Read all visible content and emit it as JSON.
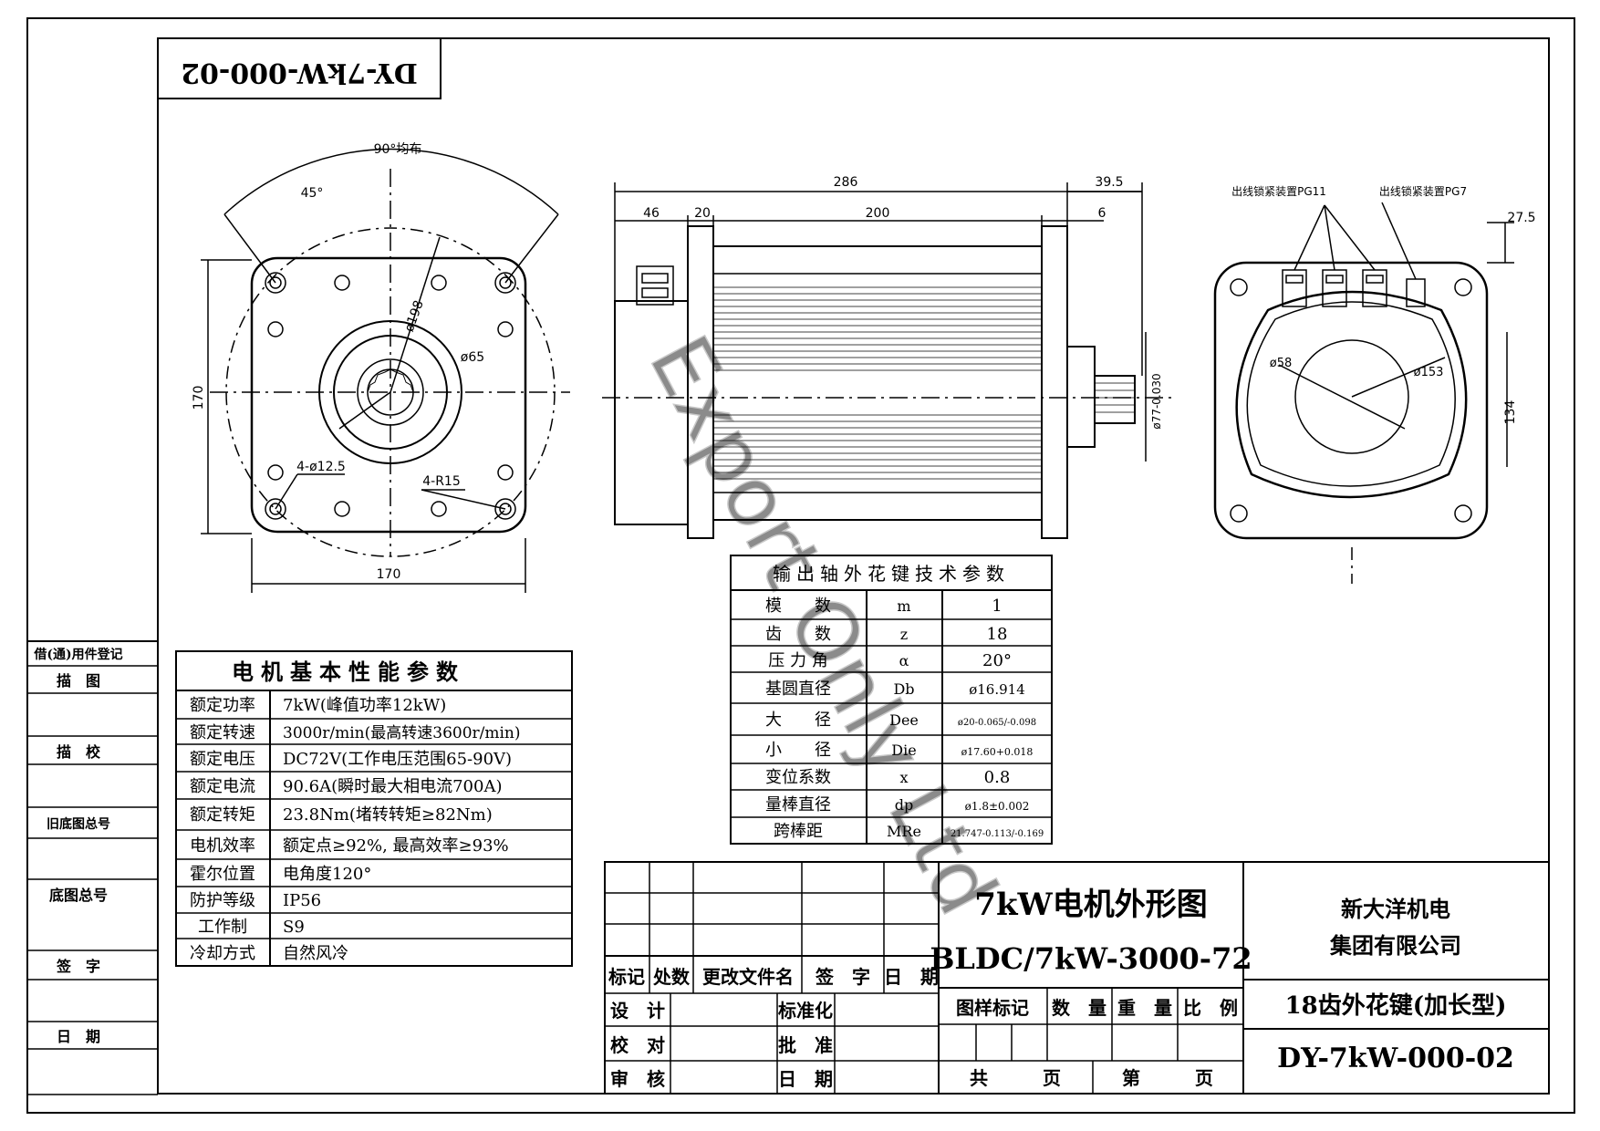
{
  "drawing_number_mirrored": "DY-7kW-000-02",
  "watermark": "Export Only Ltd",
  "front_view": {
    "angle_note": "90°均布",
    "angle": "45°",
    "dia_198": "ø198",
    "dia_65": "ø65",
    "height": "170",
    "width": "170",
    "holes": "4-ø12.5",
    "radius": "4-R15"
  },
  "side_view": {
    "overall": "286",
    "d46": "46",
    "d20": "20",
    "d200": "200",
    "d39_5": "39.5",
    "d6": "6",
    "shaft_dia": "ø77-0.030"
  },
  "rear_view": {
    "gland_pg11": "出线锁紧装置PG11",
    "gland_pg7": "出线锁紧装置PG7",
    "d27_5": "27.5",
    "dia_58": "ø58",
    "dia_153": "ø153",
    "height_134": "134"
  },
  "spline_table": {
    "title": "输出轴外花键技术参数",
    "rows": [
      {
        "name": "模　　数",
        "sym": "m",
        "val": "1"
      },
      {
        "name": "齿　　数",
        "sym": "z",
        "val": "18"
      },
      {
        "name": "压 力 角",
        "sym": "α",
        "val": "20°"
      },
      {
        "name": "基圆直径",
        "sym": "Db",
        "val": "ø16.914"
      },
      {
        "name": "大　　径",
        "sym": "Dee",
        "val": "ø20-0.065/-0.098"
      },
      {
        "name": "小　　径",
        "sym": "Die",
        "val": "ø17.60+0.018"
      },
      {
        "name": "变位系数",
        "sym": "x",
        "val": "0.8"
      },
      {
        "name": "量棒直径",
        "sym": "dp",
        "val": "ø1.8±0.002"
      },
      {
        "name": "跨棒距",
        "sym": "MRe",
        "val": "21.747-0.113/-0.169"
      }
    ]
  },
  "motor_table": {
    "title": "电机基本性能参数",
    "rows": [
      {
        "name": "额定功率",
        "val": "7kW(峰值功率12kW)"
      },
      {
        "name": "额定转速",
        "val": "3000r/min(最高转速3600r/min)"
      },
      {
        "name": "额定电压",
        "val": "DC72V(工作电压范围65-90V)"
      },
      {
        "name": "额定电流",
        "val": "90.6A(瞬时最大相电流700A)"
      },
      {
        "name": "额定转矩",
        "val": "23.8Nm(堵转转矩≥82Nm)"
      },
      {
        "name": "电机效率",
        "val": "额定点≥92%, 最高效率≥93%"
      },
      {
        "name": "霍尔位置",
        "val": "电角度120°"
      },
      {
        "name": "防护等级",
        "val": "IP56"
      },
      {
        "name": "工作制",
        "val": "S9"
      },
      {
        "name": "冷却方式",
        "val": "自然风冷"
      }
    ]
  },
  "left_column": {
    "register": "借(通)用件登记",
    "items": [
      "描　图",
      "描　校",
      "旧底图总号",
      "底图总号",
      "签　字",
      "日　期"
    ]
  },
  "title_block": {
    "title_cn": "7kW电机外形图",
    "model": "BLDC/7kW-3000-72",
    "company_1": "新大洋机电",
    "company_2": "集团有限公司",
    "part_name": "18齿外花键(加长型)",
    "drawing_no": "DY-7kW-000-02",
    "rev_headers": [
      "标记",
      "处数",
      "更改文件名",
      "签　字",
      "日　期"
    ],
    "sign_labels": [
      "设　计",
      "校　对",
      "审　核"
    ],
    "std_labels": [
      "标准化",
      "批　准",
      "日　期"
    ],
    "info_headers": [
      "图样标记",
      "数　量",
      "重　量",
      "比　例"
    ],
    "total_sheets": "共　　　页",
    "sheet_no": "第　　　页"
  }
}
